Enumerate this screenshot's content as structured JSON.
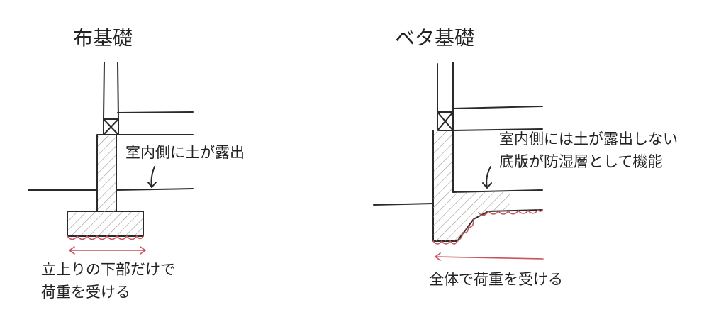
{
  "left": {
    "title": "布基礎",
    "note": "室内側に土が露出",
    "load_lines": [
      "立上りの下部だけで",
      "荷重を受ける"
    ]
  },
  "right": {
    "title": "ベタ基礎",
    "note_lines": [
      "室内側には土が露出しない",
      "底版が防湿層として機能"
    ],
    "load": "全体で荷重を受ける"
  },
  "colors": {
    "ink": "#2a2a2a",
    "load_accent": "#c9545e",
    "hatch": "#9a9a9a"
  }
}
